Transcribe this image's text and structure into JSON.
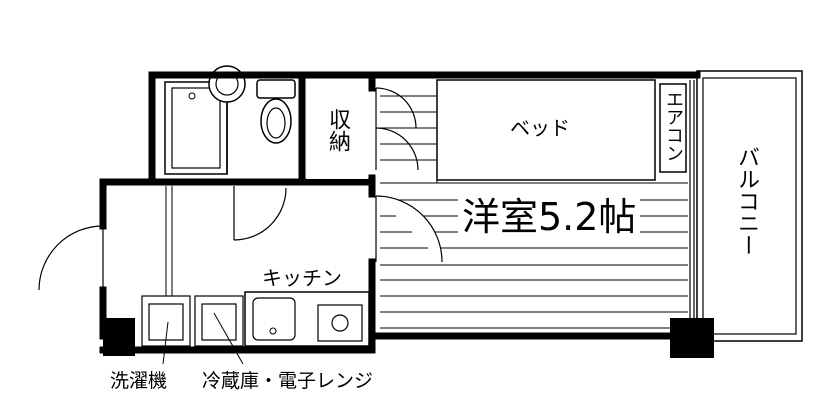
{
  "floor_plan": {
    "room_label": "洋室5.2帖",
    "bed_label": "ベッド",
    "aircon_label": "エアコン",
    "storage_label": "収納",
    "balcony_label": "バルコニー",
    "kitchen_label": "キッチン",
    "washer_label": "洗濯機",
    "appliances_label": "冷蔵庫・電子レンジ"
  },
  "colors": {
    "wall": "#000000",
    "background": "#ffffff",
    "fixture_fill": "#ffffff"
  }
}
